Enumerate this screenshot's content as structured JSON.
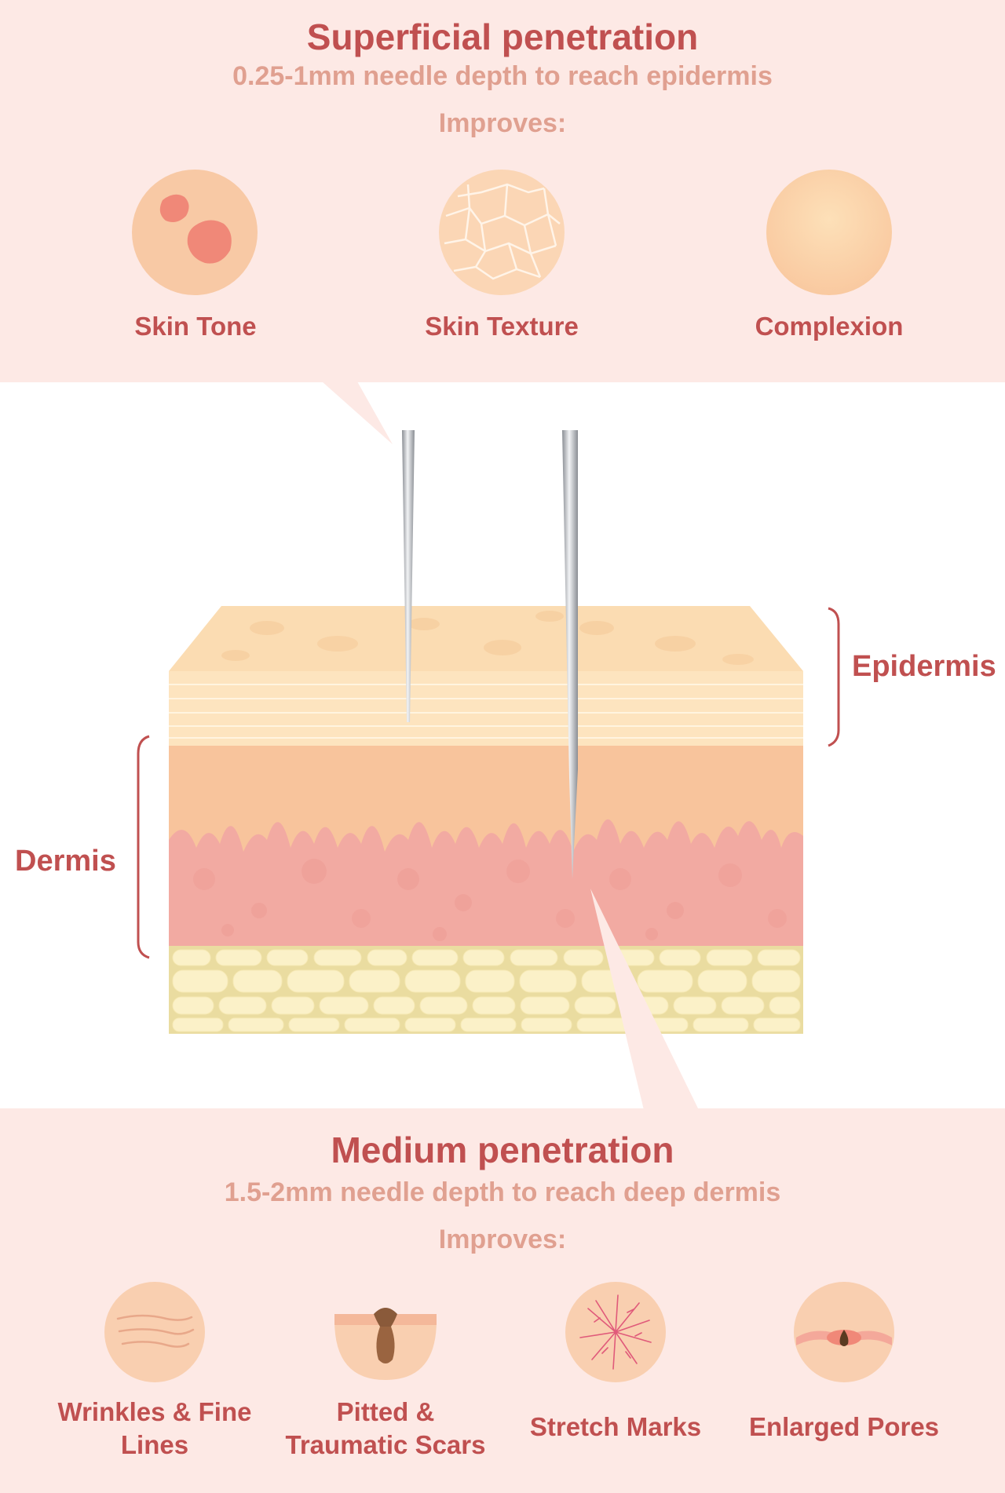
{
  "top_panel": {
    "title": "Superficial penetration",
    "subtitle": "0.25-1mm needle depth to reach epidermis",
    "improves": "Improves:",
    "items": [
      {
        "label": "Skin Tone",
        "icon": "skin-tone-icon"
      },
      {
        "label": "Skin Texture",
        "icon": "skin-texture-icon"
      },
      {
        "label": "Complexion",
        "icon": "complexion-icon"
      }
    ]
  },
  "diagram": {
    "epidermis_label": "Epidermis",
    "dermis_label": "Dermis"
  },
  "bottom_panel": {
    "title": "Medium penetration",
    "subtitle": "1.5-2mm needle depth to reach deep dermis",
    "improves": "Improves:",
    "items": [
      {
        "label_line1": "Wrinkles & Fine",
        "label_line2": "Lines",
        "icon": "wrinkles-icon"
      },
      {
        "label_line1": "Pitted &",
        "label_line2": "Traumatic Scars",
        "icon": "scars-icon"
      },
      {
        "label_line1": "Stretch Marks",
        "label_line2": "",
        "icon": "stretch-marks-icon"
      },
      {
        "label_line1": "Enlarged Pores",
        "label_line2": "",
        "icon": "enlarged-pores-icon"
      }
    ]
  },
  "colors": {
    "panel_bg": "#fde9e5",
    "title": "#c05050",
    "subtitle": "#e0a090",
    "epidermis": "#fde3bd",
    "dermis_top": "#f8c9a0",
    "dermis": "#f2aaa2",
    "fat": "#fbf1c8"
  }
}
